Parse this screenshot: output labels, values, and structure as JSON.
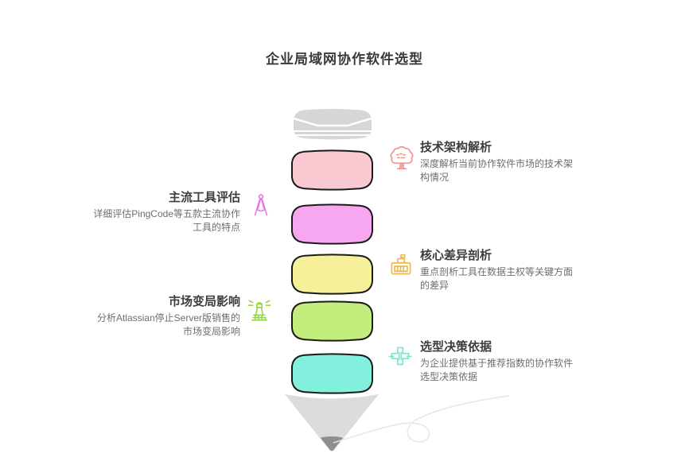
{
  "page": {
    "title": "企业局域网协作软件选型",
    "background_color": "#ffffff",
    "title_color": "#3a3a3a"
  },
  "funnel": {
    "outline_color": "#1a1a1a",
    "cap_color": "#d6d6d6",
    "tip_color": "#dcdcdc",
    "tip_point_color": "#8f8f8f",
    "swirl_color": "#e6e6e6",
    "segments": [
      {
        "name": "pink",
        "fill": "#f8c9d0"
      },
      {
        "name": "magenta",
        "fill": "#f7a6f0"
      },
      {
        "name": "yellow",
        "fill": "#f7f09b"
      },
      {
        "name": "green",
        "fill": "#c3ee7d"
      },
      {
        "name": "cyan",
        "fill": "#82f0dd"
      }
    ]
  },
  "labels": {
    "right": [
      {
        "title": "技术架构解析",
        "desc": "深度解析当前协作软件市场的技术架构情况",
        "icon": "tree-icon",
        "icon_color": "#f0958f"
      },
      {
        "title": "核心差异剖析",
        "desc": "重点剖析工具在数据主权等关键方面的差异",
        "icon": "building-icon",
        "icon_color": "#e9bb4f"
      },
      {
        "title": "选型决策依据",
        "desc": "为企业提供基于推荐指数的协作软件选型决策依据",
        "icon": "plus-icon",
        "icon_color": "#7fe3cf"
      }
    ],
    "left": [
      {
        "title": "主流工具评估",
        "desc": "详细评估PingCode等五款主流协作工具的特点",
        "icon": "compass-icon",
        "icon_color": "#e678e6"
      },
      {
        "title": "市场变局影响",
        "desc": "分析Atlassian停止Server版销售的市场变局影响",
        "icon": "lighthouse-icon",
        "icon_color": "#96d44e"
      }
    ]
  }
}
